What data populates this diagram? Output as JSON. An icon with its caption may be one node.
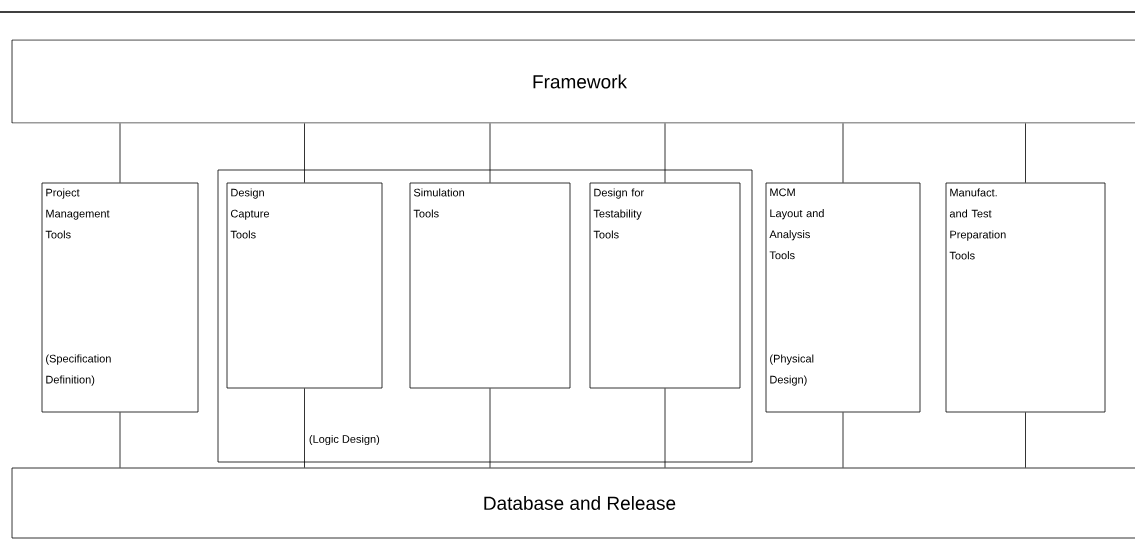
{
  "diagram": {
    "nodes": [
      {
        "text": [
          "Framework"
        ]
      },
      {
        "text": [
          "Project Management Tools",
          "(Specification Definition)"
        ]
      },
      {
        "text": [
          "(Logic Design)"
        ]
      },
      {
        "text": [
          "Design Capture Tools"
        ],
        "in": 2
      },
      {
        "text": [
          "Simulation Tools"
        ],
        "in": 2
      },
      {
        "text": [
          "Design for Testability Tools"
        ],
        "in": 2
      },
      {
        "text": [
          "MCM Layout and Analysis Tools",
          "(Physical Design)"
        ]
      },
      {
        "text": [
          "Manufact. and Test Preparation Tools"
        ]
      },
      {
        "text": [
          "Database and Release"
        ]
      }
    ],
    "edges": [
      {
        "from": 0,
        "to": 1,
        "arrow": "none"
      },
      {
        "from": 0,
        "to": 3,
        "arrow": "none"
      },
      {
        "from": 0,
        "to": 4,
        "arrow": "none"
      },
      {
        "from": 0,
        "to": 5,
        "arrow": "none"
      },
      {
        "from": 0,
        "to": 6,
        "arrow": "none"
      },
      {
        "from": 0,
        "to": 7,
        "arrow": "none"
      },
      {
        "from": 1,
        "to": 8,
        "arrow": "none"
      },
      {
        "from": 3,
        "to": 8,
        "arrow": "none"
      },
      {
        "from": 4,
        "to": 8,
        "arrow": "none"
      },
      {
        "from": 5,
        "to": 8,
        "arrow": "none"
      },
      {
        "from": 6,
        "to": 8,
        "arrow": "none"
      },
      {
        "from": 7,
        "to": 8,
        "arrow": "none"
      }
    ]
  }
}
